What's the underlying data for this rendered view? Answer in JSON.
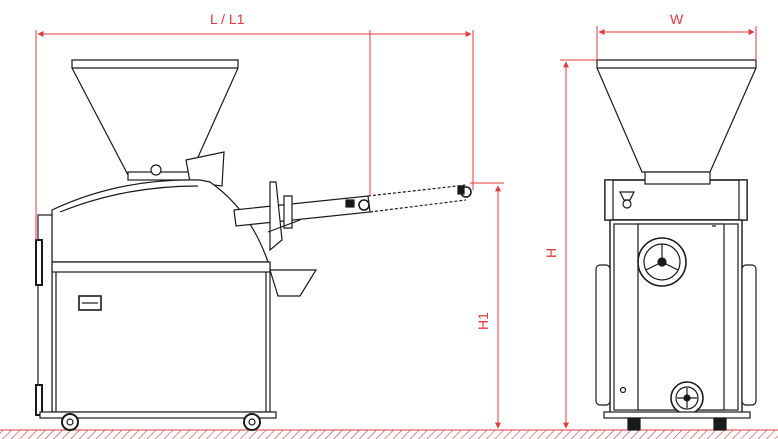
{
  "dimensions": {
    "length": "L / L1",
    "width": "W",
    "height": "H",
    "height1": "H1"
  },
  "colors": {
    "dimension": "#e0393e",
    "outline": "#1a1a1a",
    "fill": "#ffffff"
  }
}
